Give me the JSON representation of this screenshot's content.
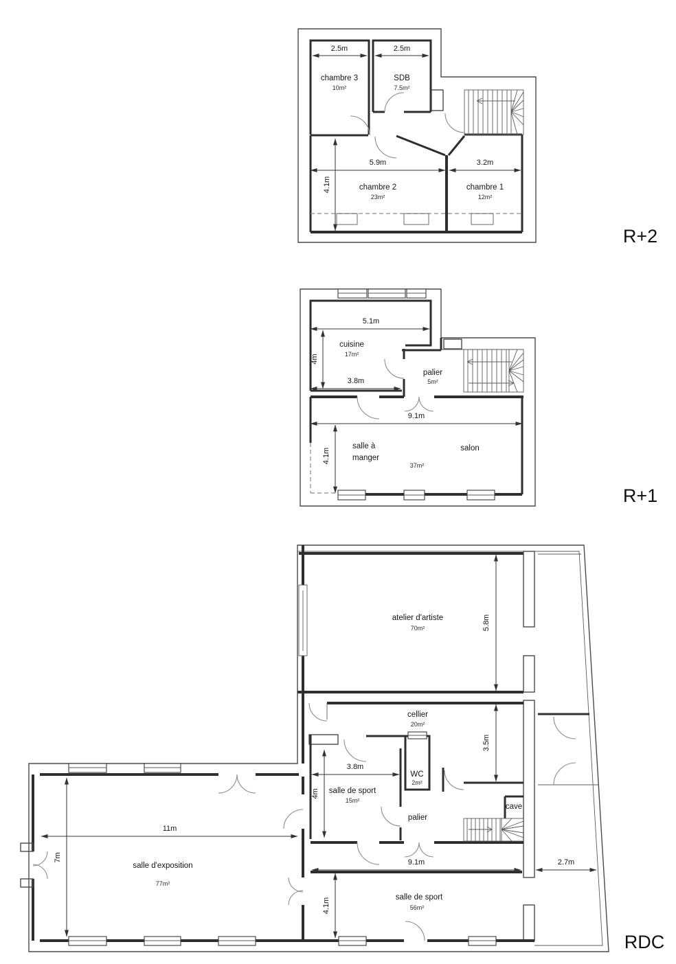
{
  "colors": {
    "background": "#ffffff",
    "wall": "#2e2e2e",
    "thin_line": "#4a4a4a",
    "dimension": "#333333",
    "text": "#161616",
    "dashed": "#8a8a8a"
  },
  "floors": {
    "r2": {
      "label": "R+2",
      "rooms": {
        "chambre3": {
          "name": "chambre 3",
          "area": "10m²"
        },
        "sdb": {
          "name": "SDB",
          "area": "7.5m²"
        },
        "chambre2": {
          "name": "chambre 2",
          "area": "23m²"
        },
        "chambre1": {
          "name": "chambre 1",
          "area": "12m²"
        }
      },
      "dims": {
        "chambre3_width": "2.5m",
        "sdb_width": "2.5m",
        "chambre2_width": "5.9m",
        "chambre1_width": "3.2m",
        "chambre2_height": "4.1m"
      }
    },
    "r1": {
      "label": "R+1",
      "rooms": {
        "cuisine": {
          "name": "cuisine",
          "area": "17m²"
        },
        "palier": {
          "name": "palier",
          "area": "5m²"
        },
        "salle_a_manger": {
          "name_line1": "salle à",
          "name_line2": "manger"
        },
        "salon": {
          "name": "salon",
          "area": "37m²"
        }
      },
      "dims": {
        "cuisine_width": "5.1m",
        "cuisine_height": "4m",
        "cuisine_lower_width": "3.8m",
        "salon_width": "9.1m",
        "salon_height": "4.1m"
      }
    },
    "rdc": {
      "label": "RDC",
      "rooms": {
        "atelier": {
          "name": "atelier d'artiste",
          "area": "70m²"
        },
        "cellier": {
          "name": "cellier",
          "area": "20m²"
        },
        "wc": {
          "name": "WC",
          "area": "2m²"
        },
        "salle_de_sport_1": {
          "name": "salle de sport",
          "area": "15m²"
        },
        "palier": {
          "name": "palier"
        },
        "cave": {
          "name": "cave"
        },
        "salle_exposition": {
          "name": "salle d'exposition",
          "area": "77m²"
        },
        "salle_de_sport_2": {
          "name": "salle de sport",
          "area": "56m²"
        }
      },
      "dims": {
        "atelier_height": "5.8m",
        "cellier_height": "3.5m",
        "sport1_width": "3.8m",
        "sport1_height": "4m",
        "sport2_width": "9.1m",
        "strip_width": "2.7m",
        "sport2_height": "4.1m",
        "expo_width": "11m",
        "expo_height": "7m"
      }
    }
  }
}
